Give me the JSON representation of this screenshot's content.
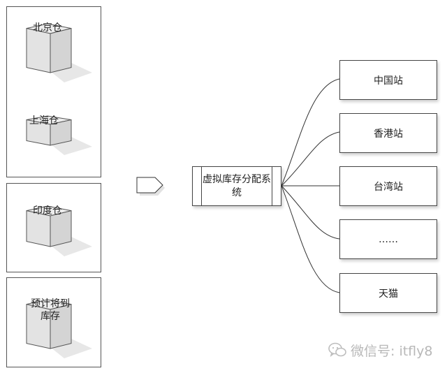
{
  "warehouses": {
    "beijing": "北京仓",
    "shanghai": "上海仓",
    "india": "印度仓",
    "incoming": "预计将到库存"
  },
  "center": {
    "label": "虚拟库存分配系统"
  },
  "sites": [
    "中国站",
    "香港站",
    "台湾站",
    "……",
    "天猫"
  ],
  "watermark": {
    "text": "微信号: itfly8",
    "icon": "wechat-icon"
  }
}
